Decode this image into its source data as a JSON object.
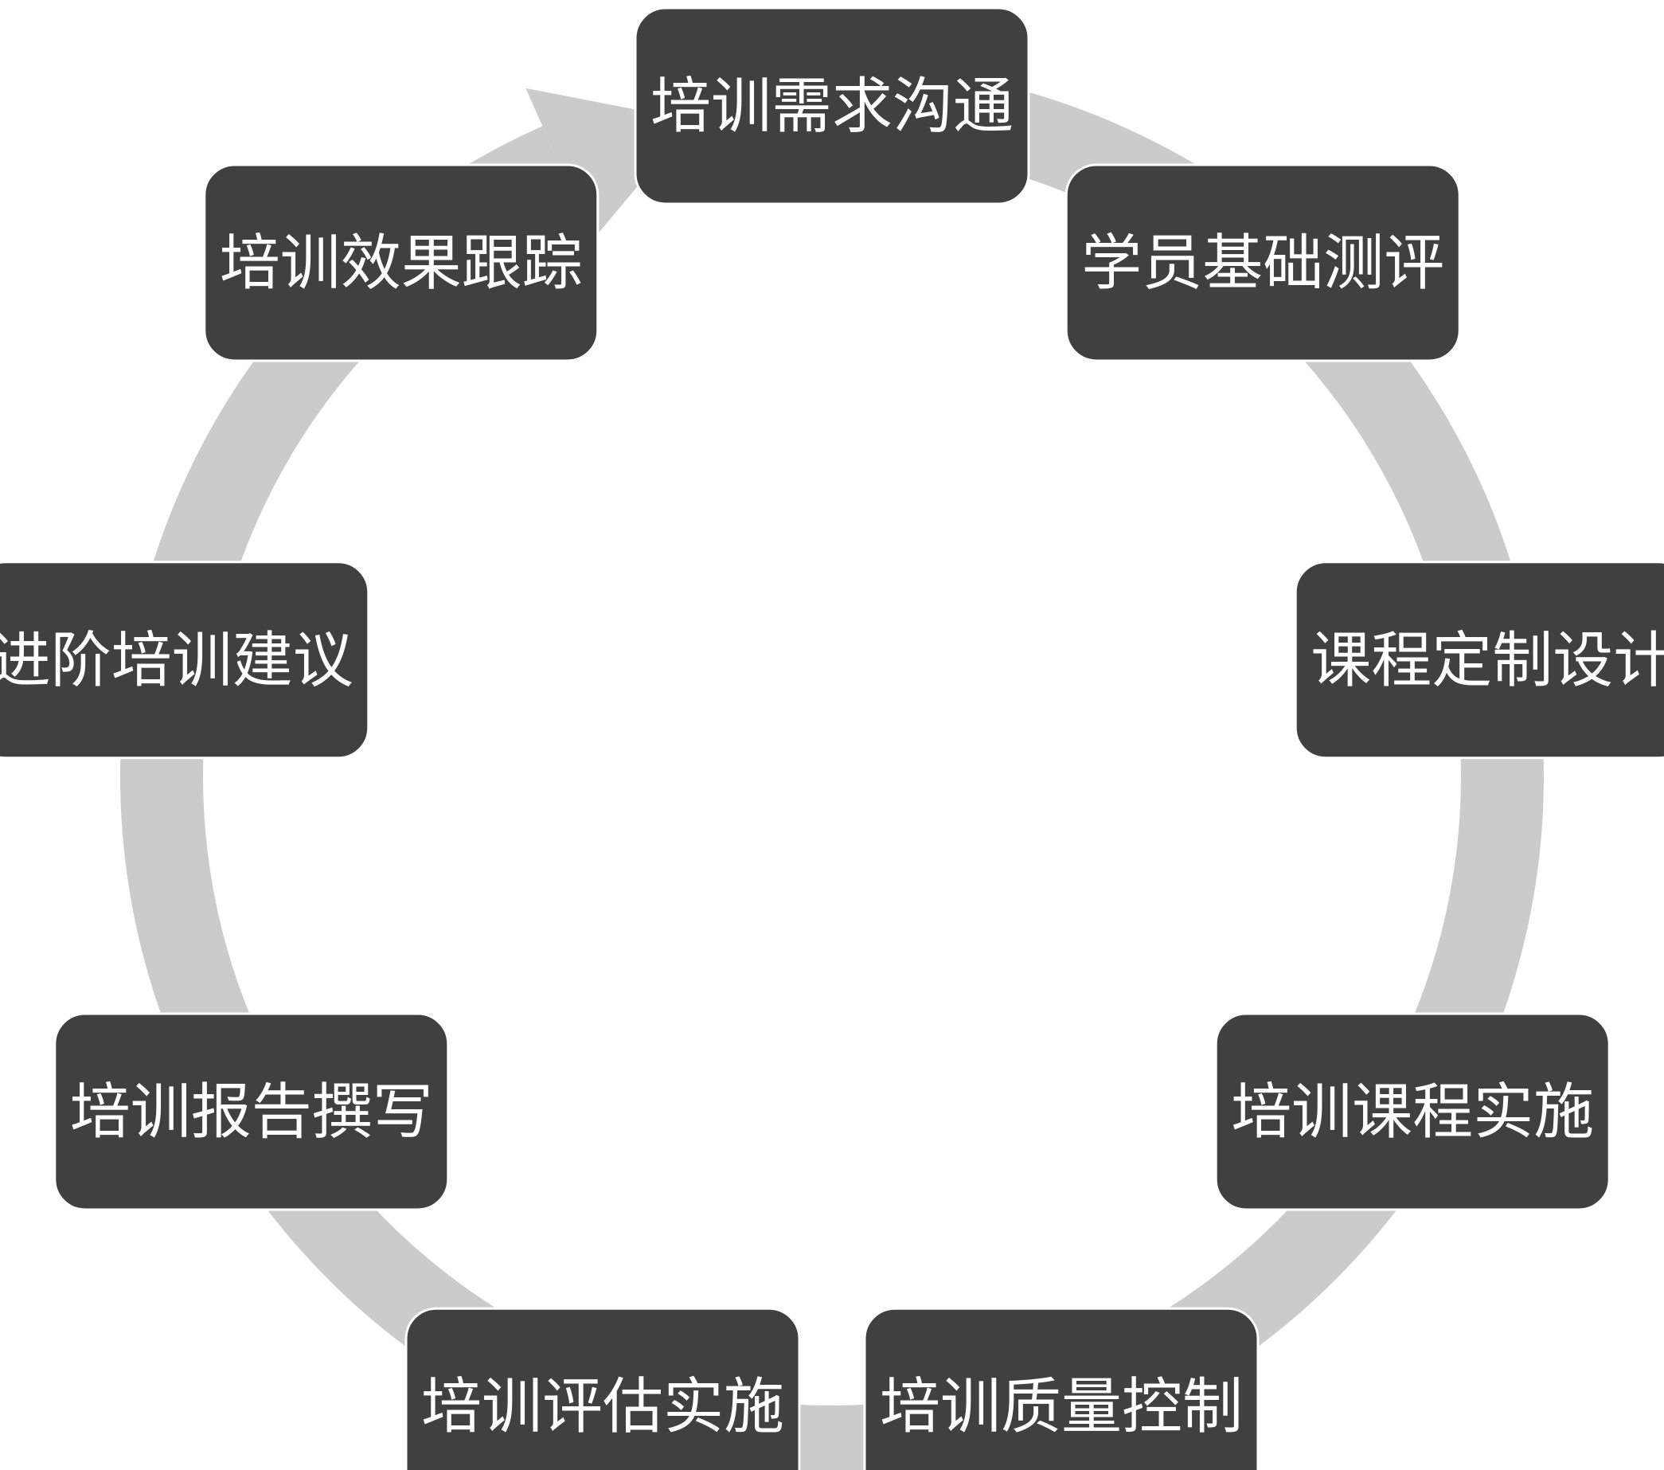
{
  "diagram": {
    "type": "cycle",
    "direction": "clockwise",
    "colors": {
      "box_fill": "#404040",
      "box_text": "#ffffff",
      "ring": "#cbcbcb",
      "background": "#ffffff"
    },
    "steps": [
      {
        "label": "培训需求沟通"
      },
      {
        "label": "学员基础测评"
      },
      {
        "label": "课程定制设计"
      },
      {
        "label": "培训课程实施"
      },
      {
        "label": "培训质量控制"
      },
      {
        "label": "培训评估实施"
      },
      {
        "label": "培训报告撰写"
      },
      {
        "label": "进阶培训建议"
      },
      {
        "label": "培训效果跟踪"
      }
    ]
  }
}
